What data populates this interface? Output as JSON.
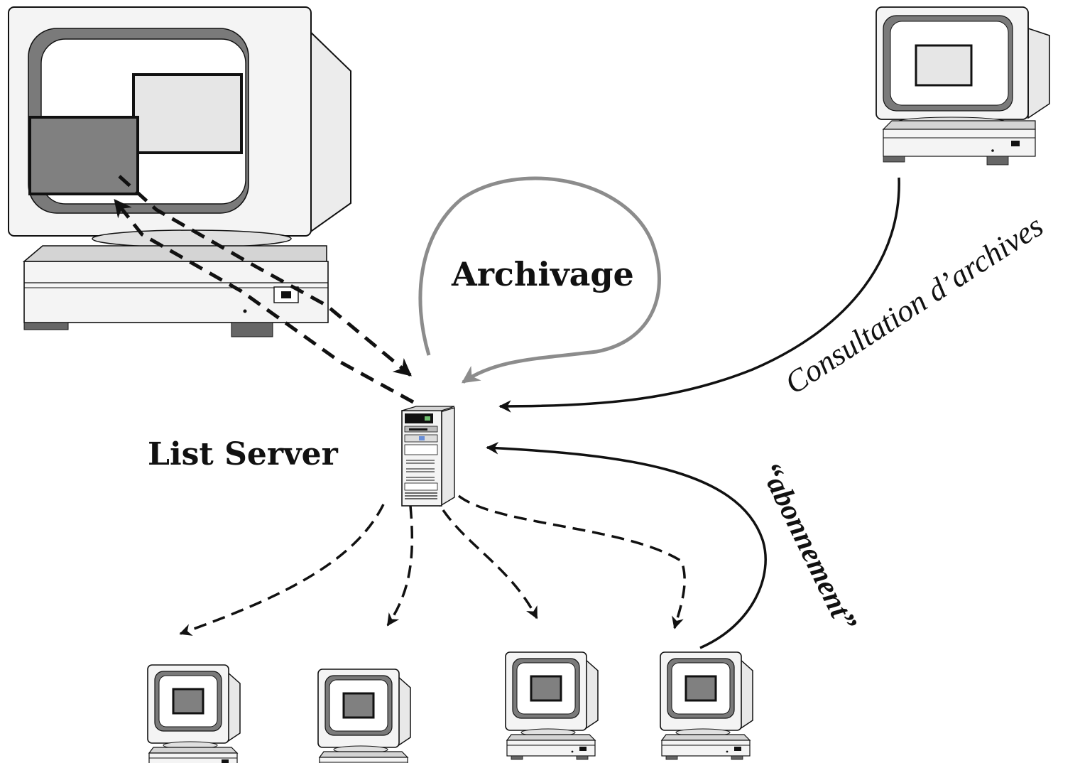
{
  "labels": {
    "archivage": "Archivage",
    "list_server": "List Server",
    "consultation": "Consultation d’archives",
    "abonnement": "“abonnement”"
  },
  "colors": {
    "line": "#111111",
    "archive_arrow": "#8c8c8c",
    "case_light": "#f2f2f2",
    "case_mid": "#d9d9d9",
    "screen_bezel": "#7a7a7a",
    "window_dark": "#808080",
    "window_light": "#e6e6e6"
  },
  "icons": {
    "author_workstation": "large-computer-icon",
    "list_server": "server-tower-icon",
    "archive_client": "computer-icon",
    "subscribers": [
      "computer-icon",
      "computer-icon",
      "computer-icon",
      "computer-icon"
    ]
  }
}
